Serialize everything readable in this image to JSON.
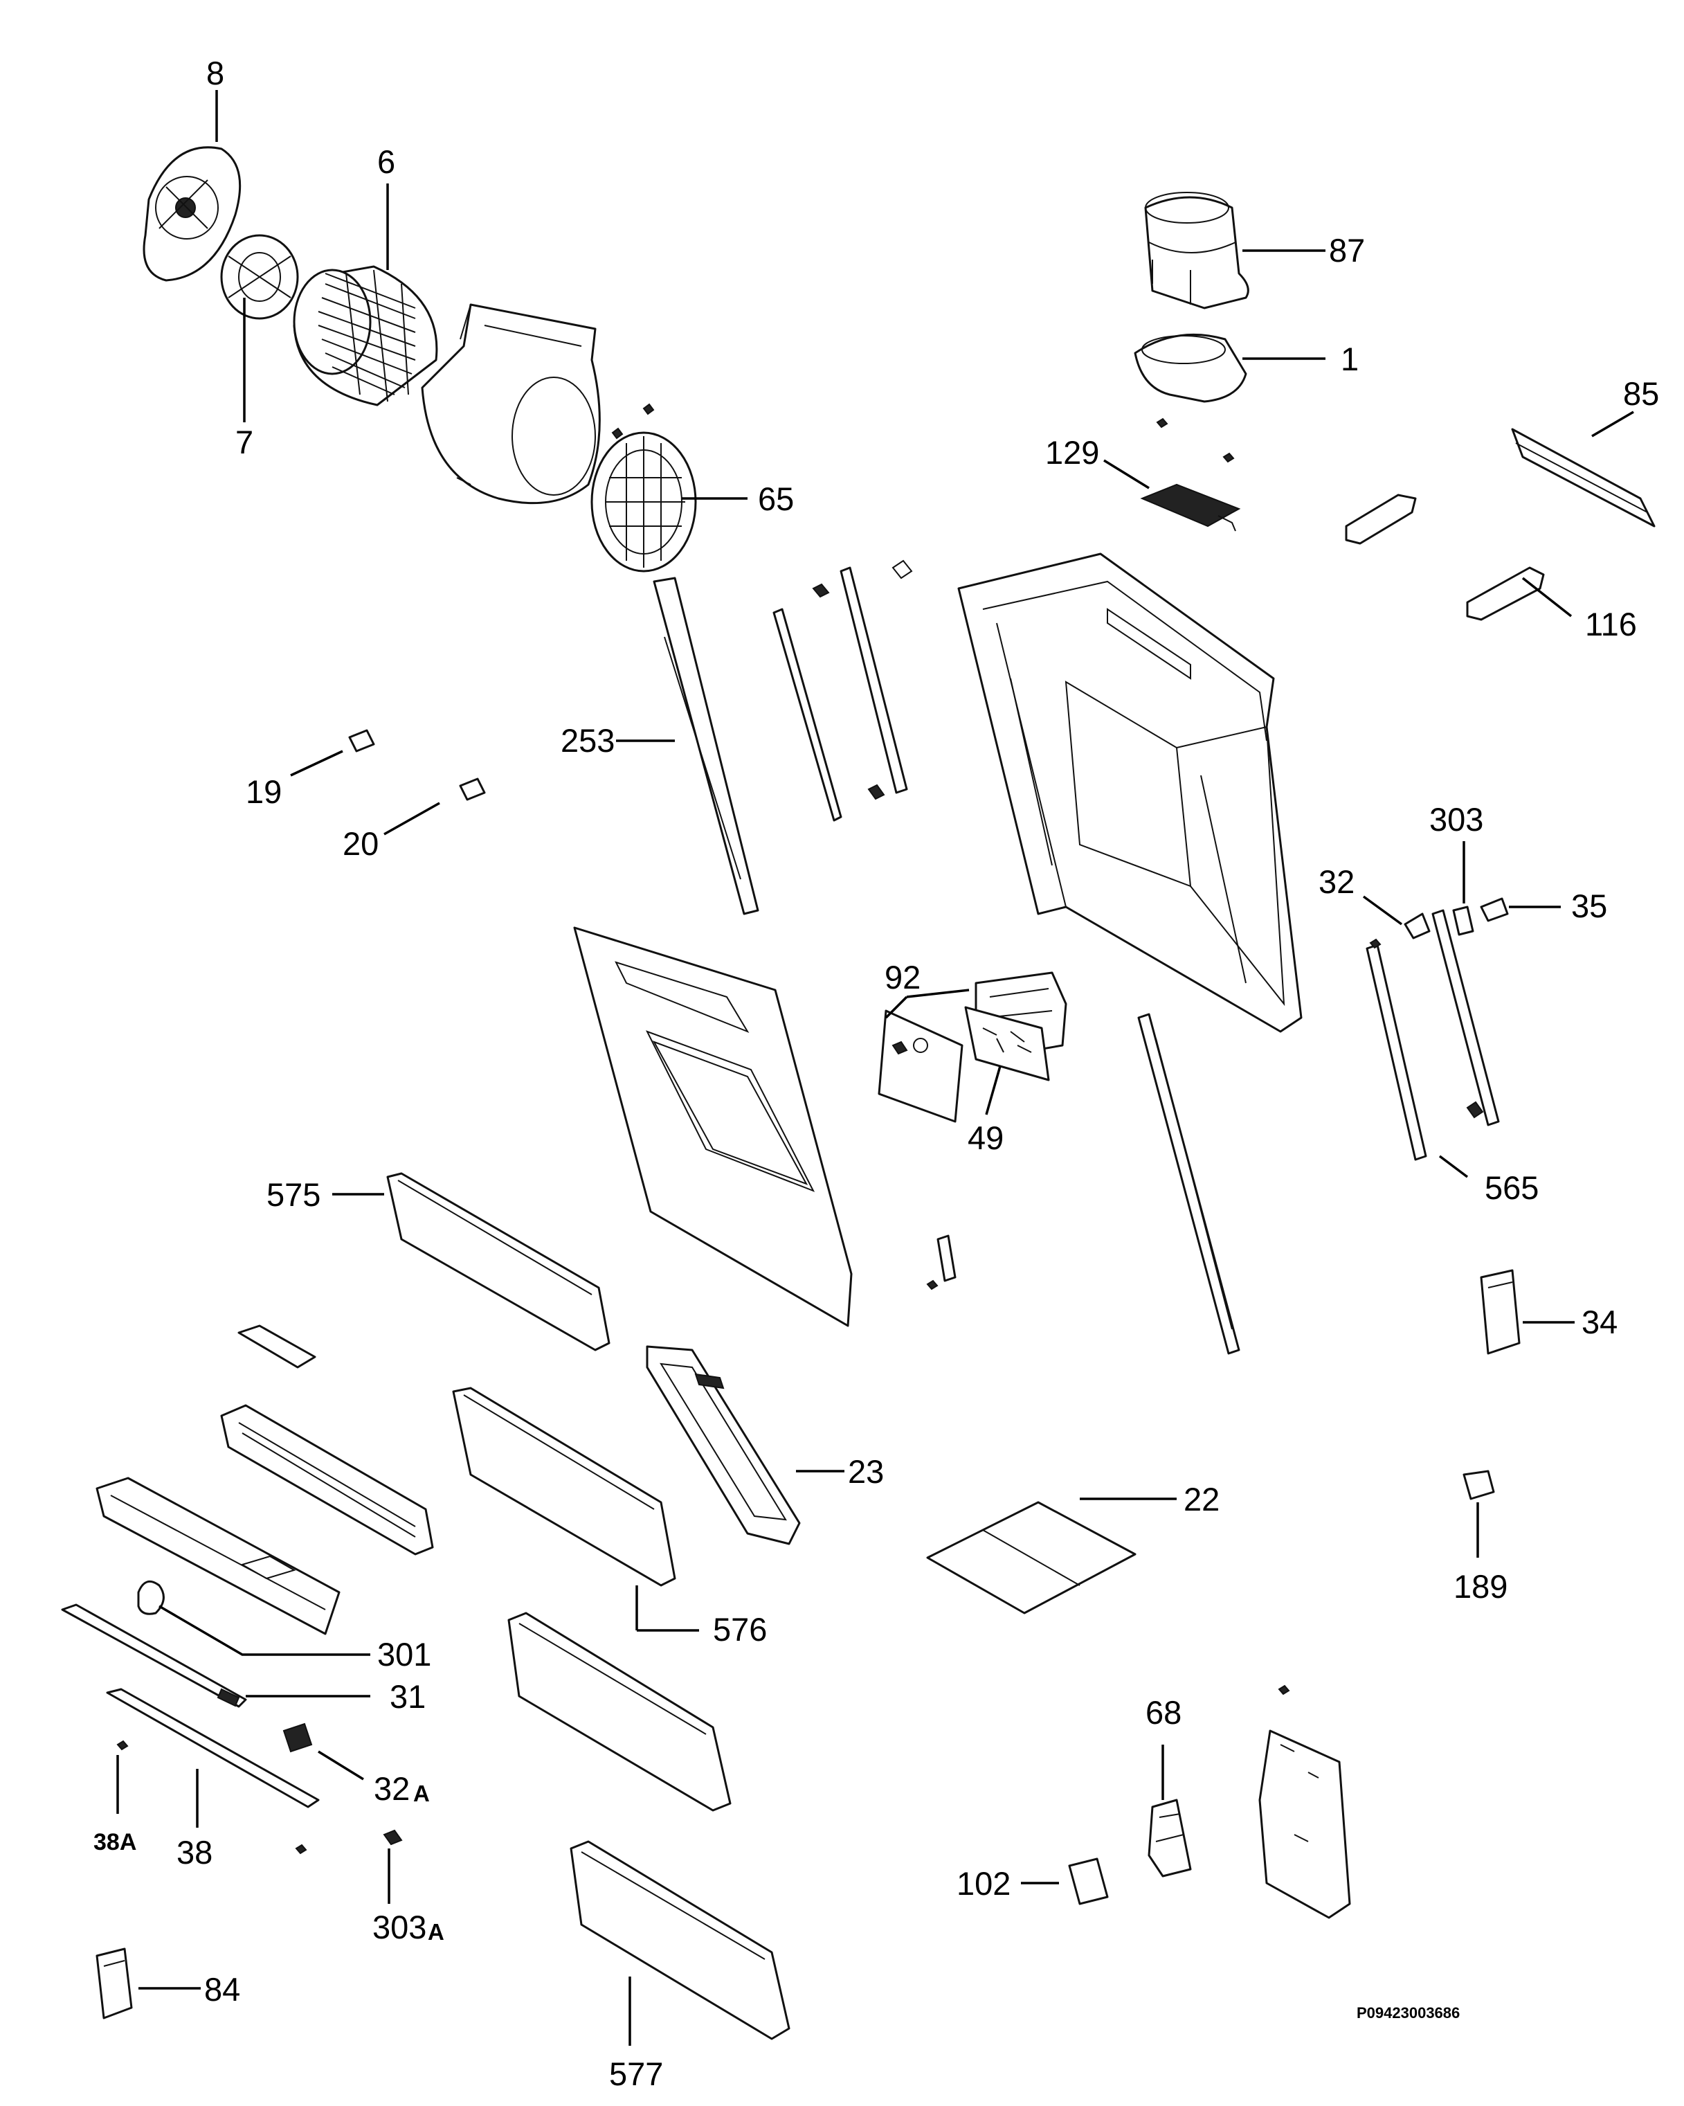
{
  "document_id": "P09423003686",
  "callouts": [
    {
      "id": "c8",
      "text": "8"
    },
    {
      "id": "c6",
      "text": "6"
    },
    {
      "id": "c7",
      "text": "7"
    },
    {
      "id": "c65",
      "text": "65"
    },
    {
      "id": "c87",
      "text": "87"
    },
    {
      "id": "c1",
      "text": "1"
    },
    {
      "id": "c85",
      "text": "85"
    },
    {
      "id": "c129",
      "text": "129"
    },
    {
      "id": "c116",
      "text": "116"
    },
    {
      "id": "c253",
      "text": "253"
    },
    {
      "id": "c19",
      "text": "19"
    },
    {
      "id": "c20",
      "text": "20"
    },
    {
      "id": "c303",
      "text": "303"
    },
    {
      "id": "c32",
      "text": "32"
    },
    {
      "id": "c35",
      "text": "35"
    },
    {
      "id": "c92",
      "text": "92"
    },
    {
      "id": "c49",
      "text": "49"
    },
    {
      "id": "c565",
      "text": "565"
    },
    {
      "id": "c575",
      "text": "575"
    },
    {
      "id": "c34",
      "text": "34"
    },
    {
      "id": "c23",
      "text": "23"
    },
    {
      "id": "c22",
      "text": "22"
    },
    {
      "id": "c189",
      "text": "189"
    },
    {
      "id": "c576",
      "text": "576"
    },
    {
      "id": "c301",
      "text": "301"
    },
    {
      "id": "c31",
      "text": "31"
    },
    {
      "id": "c32a_num",
      "text": "32"
    },
    {
      "id": "c32a_suf",
      "text": "A"
    },
    {
      "id": "c38a",
      "text": "38A"
    },
    {
      "id": "c38",
      "text": "38"
    },
    {
      "id": "c303a_num",
      "text": "303"
    },
    {
      "id": "c303a_suf",
      "text": "A"
    },
    {
      "id": "c68",
      "text": "68"
    },
    {
      "id": "c102",
      "text": "102"
    },
    {
      "id": "c84",
      "text": "84"
    },
    {
      "id": "c577",
      "text": "577"
    }
  ]
}
